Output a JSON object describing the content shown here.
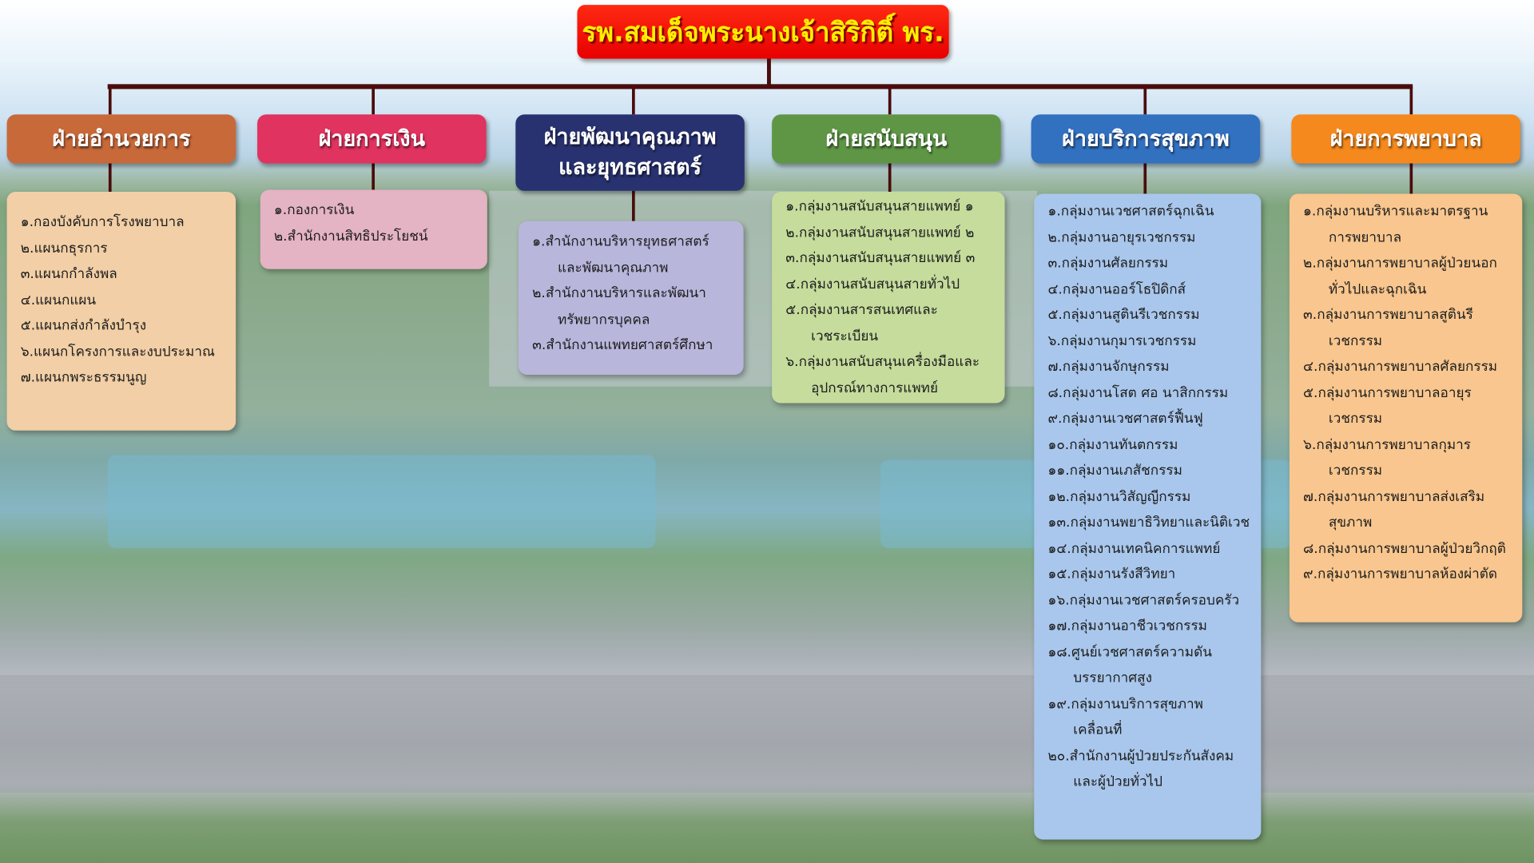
{
  "title": "รพ.สมเด็จพระนางเจ้าสิริกิติ์ พร.",
  "colors": {
    "title_bg": "#f20d0d",
    "title_text": "#ffee00",
    "connector": "#4a0c0c"
  },
  "departments": [
    {
      "name": [
        "ฝ่ายอำนวยการ"
      ],
      "header_color": "#c8693a",
      "box_color": "#f2cfa6",
      "items": [
        [
          "๑.กองบังคับการโรงพยาบาล"
        ],
        [
          "๒.แผนกธุรการ"
        ],
        [
          "๓.แผนกกำลังพล"
        ],
        [
          "๔.แผนกแผน"
        ],
        [
          "๕.แผนกส่งกำลังบำรุง"
        ],
        [
          "๖.แผนกโครงการและงบประมาณ"
        ],
        [
          "๗.แผนกพระธรรมนูญ"
        ]
      ]
    },
    {
      "name": [
        "ฝ่ายการเงิน"
      ],
      "header_color": "#e0335f",
      "box_color": "#e4b3c4",
      "items": [
        [
          "๑.กองการเงิน"
        ],
        [
          "๒.สำนักงานสิทธิประโยชน์"
        ]
      ]
    },
    {
      "name": [
        "ฝ่ายพัฒนาคุณภาพ",
        "และยุทธศาสตร์"
      ],
      "header_color": "#283270",
      "box_color": "#b9b6dc",
      "items": [
        [
          "๑.สำนักงานบริหารยุทธศาสตร์",
          "และพัฒนาคุณภาพ"
        ],
        [
          "๒.สำนักงานบริหารและพัฒนา",
          "ทรัพยากรบุคคล"
        ],
        [
          "๓.สำนักงานแพทยศาสตร์ศึกษา"
        ]
      ]
    },
    {
      "name": [
        "ฝ่ายสนับสนุน"
      ],
      "header_color": "#5e9645",
      "box_color": "#c5dc9c",
      "items": [
        [
          "๑.กลุ่มงานสนับสนุนสายแพทย์ ๑"
        ],
        [
          "๒.กลุ่มงานสนับสนุนสายแพทย์ ๒"
        ],
        [
          "๓.กลุ่มงานสนับสนุนสายแพทย์ ๓"
        ],
        [
          "๔.กลุ่มงานสนับสนุนสายทั่วไป"
        ],
        [
          "๕.กลุ่มงานสารสนเทศและ",
          "เวชระเบียน"
        ],
        [
          "๖.กลุ่มงานสนับสนุนเครื่องมือและ",
          "อุปกรณ์ทางการแพทย์"
        ]
      ]
    },
    {
      "name": [
        "ฝ่ายบริการสุขภาพ"
      ],
      "header_color": "#3270c0",
      "box_color": "#a9c7ec",
      "items": [
        [
          "๑.กลุ่มงานเวชศาสตร์ฉุกเฉิน"
        ],
        [
          "๒.กลุ่มงานอายุรเวชกรรม"
        ],
        [
          "๓.กลุ่มงานศัลยกรรม"
        ],
        [
          "๔.กลุ่มงานออร์โธปิดิกส์"
        ],
        [
          "๕.กลุ่มงานสูตินรีเวชกรรม"
        ],
        [
          "๖.กลุ่มงานกุมารเวชกรรม"
        ],
        [
          "๗.กลุ่มงานจักษุกรรม"
        ],
        [
          "๘.กลุ่มงานโสต ศอ นาสิกกรรม"
        ],
        [
          "๙.กลุ่มงานเวชศาสตร์ฟื้นฟู"
        ],
        [
          "๑๐.กลุ่มงานทันตกรรม"
        ],
        [
          "๑๑.กลุ่มงานเภสัชกรรม"
        ],
        [
          "๑๒.กลุ่มงานวิสัญญีกรรม"
        ],
        [
          "๑๓.กลุ่มงานพยาธิวิทยาและนิติเวช"
        ],
        [
          "๑๔.กลุ่มงานเทคนิคการแพทย์"
        ],
        [
          "๑๕.กลุ่มงานรังสีวิทยา"
        ],
        [
          "๑๖.กลุ่มงานเวชศาสตร์ครอบครัว"
        ],
        [
          "๑๗.กลุ่มงานอาชีวเวชกรรม"
        ],
        [
          "๑๘.ศูนย์เวชศาสตร์ความดัน",
          "บรรยากาศสูง"
        ],
        [
          "๑๙.กลุ่มงานบริการสุขภาพ",
          "เคลื่อนที่"
        ],
        [
          "๒๐.สำนักงานผู้ป่วยประกันสังคม",
          "และผู้ป่วยทั่วไป"
        ]
      ]
    },
    {
      "name": [
        "ฝ่ายการพยาบาล"
      ],
      "header_color": "#f5891e",
      "box_color": "#f8c68e",
      "items": [
        [
          "๑.กลุ่มงานบริหารและมาตรฐาน",
          "การพยาบาล"
        ],
        [
          "๒.กลุ่มงานการพยาบาลผู้ป่วยนอก",
          "ทั่วไปและฉุกเฉิน"
        ],
        [
          "๓.กลุ่มงานการพยาบาลสูตินรี",
          "เวชกรรม"
        ],
        [
          "๔.กลุ่มงานการพยาบาลศัลยกรรม"
        ],
        [
          "๕.กลุ่มงานการพยาบาลอายุร",
          "เวชกรรม"
        ],
        [
          "๖.กลุ่มงานการพยาบาลกุมาร",
          "เวชกรรม"
        ],
        [
          "๗.กลุ่มงานการพยาบาลส่งเสริม",
          "สุขภาพ"
        ],
        [
          "๘.กลุ่มงานการพยาบาลผู้ป่วยวิกฤติ"
        ],
        [
          "๙.กลุ่มงานการพยาบาลห้องผ่าตัด"
        ]
      ]
    }
  ]
}
